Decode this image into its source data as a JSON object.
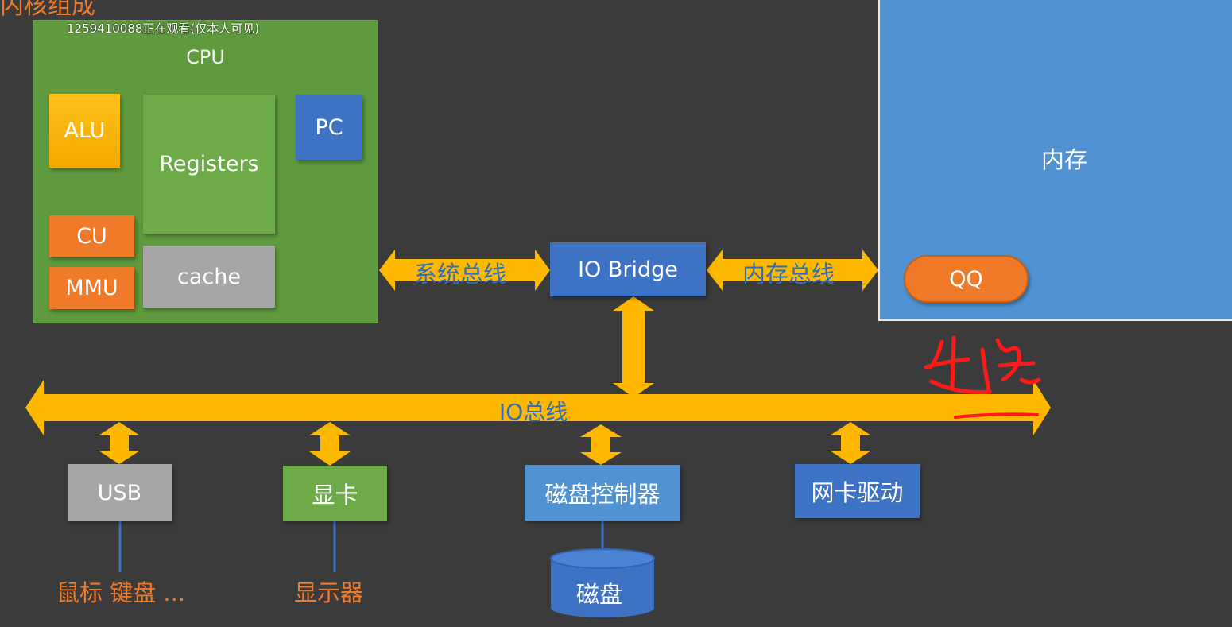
{
  "header_fragment": "内核组成",
  "watermark": "1259410088正在观看(仅本人可见)",
  "cpu": {
    "title": "CPU",
    "alu": "ALU",
    "registers": "Registers",
    "pc": "PC",
    "cu": "CU",
    "mmu": "MMU",
    "cache": "cache"
  },
  "memory": {
    "label": "内存",
    "process": "QQ"
  },
  "io_bridge": "IO Bridge",
  "buses": {
    "system_bus": "系统总线",
    "memory_bus": "内存总线",
    "io_bus": "IO总线"
  },
  "devices": {
    "usb": "USB",
    "gpu": "显卡",
    "disk_controller": "磁盘控制器",
    "nic": "网卡驱动",
    "disk": "磁盘"
  },
  "peripherals": {
    "usb_peripherals": "鼠标 键盘 ...",
    "gpu_peripheral": "显示器"
  },
  "colors": {
    "background": "#3b3b3b",
    "cpu_green": "#5f9b3e",
    "arrow_yellow": "#ffb800",
    "memory_blue": "#5193d2",
    "bridge_blue": "#3e72c4",
    "orange": "#ef7a2a",
    "annotation_red": "#ff1a1a"
  }
}
